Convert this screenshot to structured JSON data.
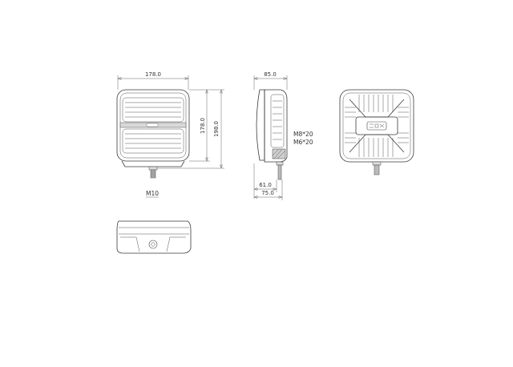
{
  "drawing": {
    "front_view": {
      "width_dim": "178.0",
      "height_dim": "178.0",
      "overall_height_dim": "198.0",
      "thread_label": "M10"
    },
    "side_view": {
      "depth_dim": "85.0",
      "mount_dim_a": "61.0",
      "mount_dim_b": "75.0",
      "screw_a": "M8*20",
      "screw_b": "M6*20"
    },
    "back_view": {},
    "bottom_view": {},
    "colors": {
      "line": "#3a3a3a",
      "background": "#ffffff"
    }
  }
}
